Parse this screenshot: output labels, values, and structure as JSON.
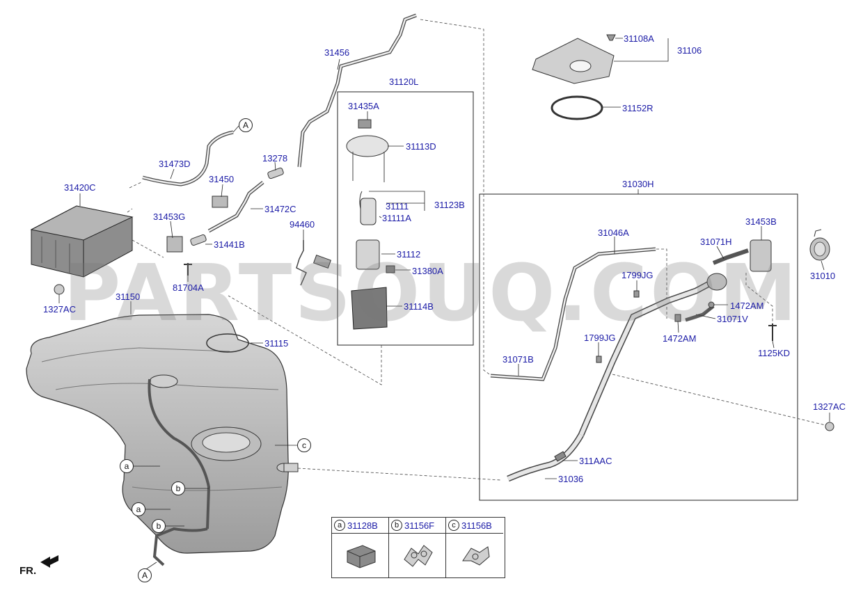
{
  "watermark": "PARTSOUQ.COM",
  "orientation": "FR.",
  "callouts": {
    "a": "a",
    "b": "b",
    "c": "c",
    "A": "A"
  },
  "parts": {
    "p31456": "31456",
    "p31120L": "31120L",
    "p31435A": "31435A",
    "p31113D": "31113D",
    "p31111": "31111",
    "p31123B": "31123B",
    "p31111A": "31111A",
    "p31112": "31112",
    "p31380A": "31380A",
    "p31114B": "31114B",
    "p31108A": "31108A",
    "p31106": "31106",
    "p31152R": "31152R",
    "p31473D": "31473D",
    "p13278": "13278",
    "p31450": "31450",
    "p31420C": "31420C",
    "p31472C": "31472C",
    "p31453G": "31453G",
    "p94460": "94460",
    "p31441B": "31441B",
    "p81704A": "81704A",
    "p1327AC_left": "1327AC",
    "p31150": "31150",
    "p31115": "31115",
    "p31030H": "31030H",
    "p31046A": "31046A",
    "p31453B": "31453B",
    "p31071H": "31071H",
    "p31010": "31010",
    "p1799JG_top": "1799JG",
    "p1472AM_right": "1472AM",
    "p31071V": "31071V",
    "p1799JG_bottom": "1799JG",
    "p1472AM_bottom": "1472AM",
    "p1125KD": "1125KD",
    "p31071B": "31071B",
    "p1327AC_right": "1327AC",
    "p311AAC": "311AAC",
    "p31036": "31036"
  },
  "legend": [
    {
      "letter": "a",
      "code": "31128B"
    },
    {
      "letter": "b",
      "code": "31156F"
    },
    {
      "letter": "c",
      "code": "31156B"
    }
  ]
}
